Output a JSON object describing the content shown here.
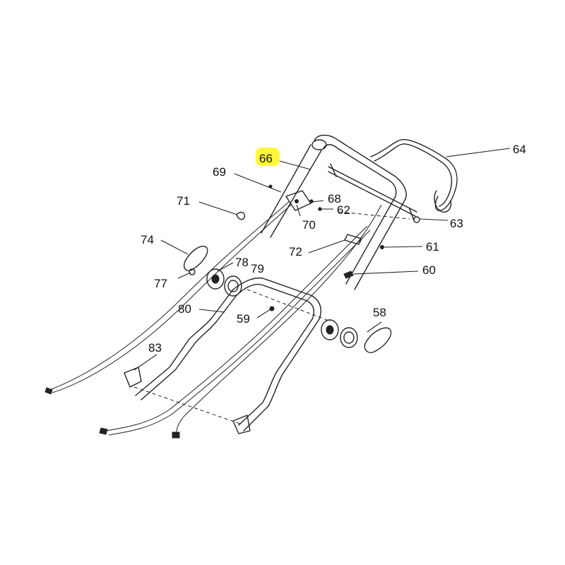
{
  "diagram": {
    "type": "exploded-parts-diagram",
    "highlight_color": "#fff83a",
    "line_color": "#222222",
    "callouts": [
      {
        "id": "64",
        "label": "64"
      },
      {
        "id": "66",
        "label": "66",
        "highlighted": true
      },
      {
        "id": "69",
        "label": "69"
      },
      {
        "id": "68",
        "label": "68"
      },
      {
        "id": "62",
        "label": "62"
      },
      {
        "id": "71",
        "label": "71"
      },
      {
        "id": "70",
        "label": "70"
      },
      {
        "id": "63",
        "label": "63"
      },
      {
        "id": "74",
        "label": "74"
      },
      {
        "id": "72",
        "label": "72"
      },
      {
        "id": "61",
        "label": "61"
      },
      {
        "id": "78",
        "label": "78"
      },
      {
        "id": "79",
        "label": "79"
      },
      {
        "id": "60",
        "label": "60"
      },
      {
        "id": "77",
        "label": "77"
      },
      {
        "id": "80",
        "label": "80"
      },
      {
        "id": "58",
        "label": "58"
      },
      {
        "id": "59",
        "label": "59"
      },
      {
        "id": "83",
        "label": "83"
      }
    ]
  }
}
